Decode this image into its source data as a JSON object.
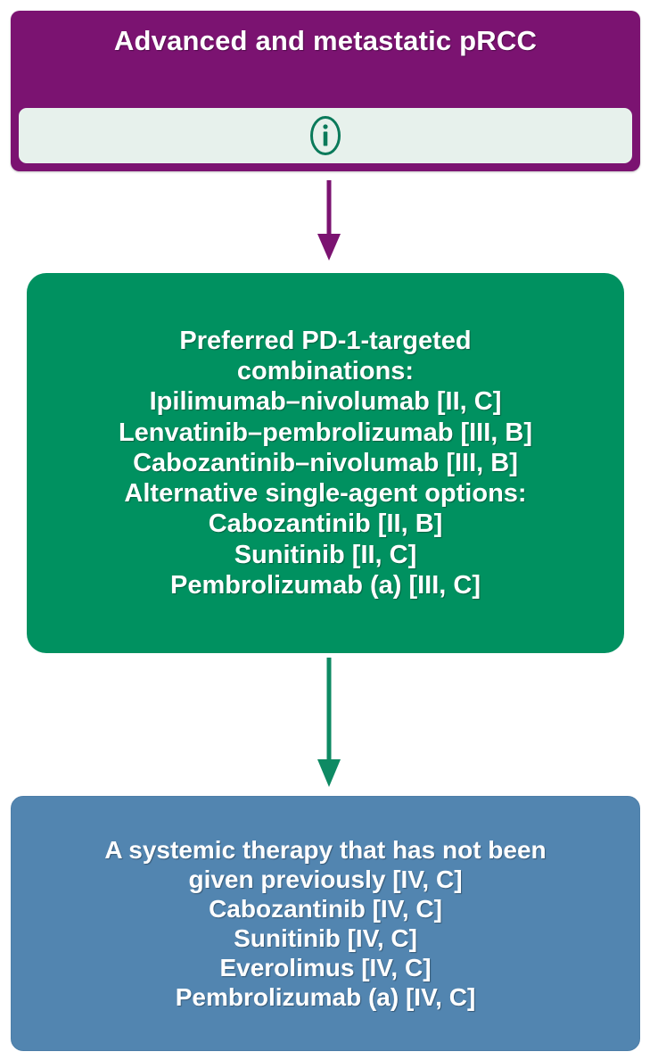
{
  "diagram": {
    "type": "clinical-treatment-pathway-flowchart",
    "colors": {
      "header_purple": "#7B1371",
      "info_bar_mint": "#E7F1EC",
      "info_icon_teal": "#0A7A5A",
      "treatment_green": "#009160",
      "subsequent_blue": "#5285B0",
      "text_white": "#FFFFFF",
      "arrow_purple": "#7B1371",
      "arrow_green": "#0E8A63"
    },
    "header": {
      "title": "Advanced and metastatic pRCC",
      "info_bar": {
        "icon": "info-circle-icon"
      }
    },
    "arrows": [
      {
        "name": "arrow-header-to-first-line",
        "color": "#7B1371",
        "direction": "down"
      },
      {
        "name": "arrow-first-line-to-subsequent",
        "color": "#0E8A63",
        "direction": "down"
      }
    ],
    "nodes": [
      {
        "id": "first-line-treatment",
        "color": "#009160",
        "lines": [
          "Preferred PD-1-targeted",
          "combinations:",
          "Ipilimumab–nivolumab [II, C]",
          "Lenvatinib–pembrolizumab [III, B]",
          "Cabozantinib–nivolumab [III, B]",
          "Alternative single-agent options:",
          "Cabozantinib [II, B]",
          "Sunitinib [II, C]",
          "Pembrolizumab (a) [III, C]"
        ]
      },
      {
        "id": "subsequent-line-treatment",
        "color": "#5285B0",
        "lines": [
          "A systemic therapy that has not been",
          "given previously [IV, C]",
          "Cabozantinib [IV, C]",
          "Sunitinib [IV, C]",
          "Everolimus [IV, C]",
          "Pembrolizumab (a) [IV, C]"
        ]
      }
    ]
  }
}
